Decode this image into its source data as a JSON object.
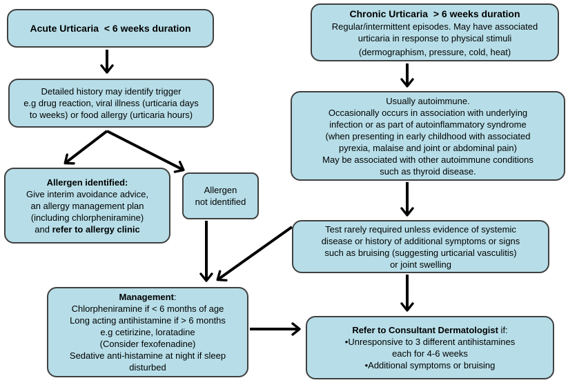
{
  "colors": {
    "box_fill": "#b7dee8",
    "box_border": "#3f3f3f",
    "arrow": "#000000",
    "background": "#ffffff"
  },
  "boxes": {
    "acute": {
      "title": "Acute Urticaria  < 6 weeks duration"
    },
    "chronic": {
      "title": "Chronic Urticaria  > 6 weeks duration",
      "line1": "Regular/intermittent episodes. May have associated",
      "line2": "urticaria in response to physical stimuli",
      "line3": "(dermographism, pressure, cold, heat)"
    },
    "history": {
      "line1": "Detailed history may identify trigger",
      "line2": "e.g drug reaction, viral illness (urticaria days",
      "line3": "to weeks) or food allergy (urticaria hours)"
    },
    "autoimmune": {
      "line1": "Usually autoimmune.",
      "line2": "Occasionally occurs in association with underlying",
      "line3": "infection or as part of autoinflammatory syndrome",
      "line4": "(when presenting in early childhood with associated",
      "line5": "pyrexia, malaise and joint or abdominal pain)",
      "line6": "May be associated with other autoimmune conditions",
      "line7": "such as thyroid disease."
    },
    "allergen_identified": {
      "title": "Allergen identified:",
      "line1": "Give interim avoidance advice,",
      "line2": "an allergy management plan",
      "line3": "(including chlorpheniramine)",
      "line4_prefix": "and ",
      "line4_bold": "refer to allergy clinic"
    },
    "allergen_not_identified": {
      "line1": "Allergen",
      "line2": "not identified"
    },
    "test": {
      "line1": "Test rarely required unless evidence of systemic",
      "line2": "disease or history of additional symptoms or signs",
      "line3": "such as bruising (suggesting urticarial vasculitis)",
      "line4": "or joint swelling"
    },
    "management": {
      "title_bold": "Management",
      "title_suffix": ":",
      "line1": "Chlorpheniramine if < 6 months of age",
      "line2": "Long acting antihistamine if > 6 months",
      "line3": "e.g cetirizine, loratadine",
      "line4": "(Consider fexofenadine)",
      "line5": "Sedative anti-histamine at night if sleep",
      "line6": "disturbed"
    },
    "refer": {
      "title_bold": "Refer to Consultant Dermatologist",
      "title_suffix": " if:",
      "line1": "•Unresponsive to 3 different antihistamines",
      "line2": "each for 4-6 weeks",
      "line3": "•Additional symptoms or bruising"
    }
  }
}
